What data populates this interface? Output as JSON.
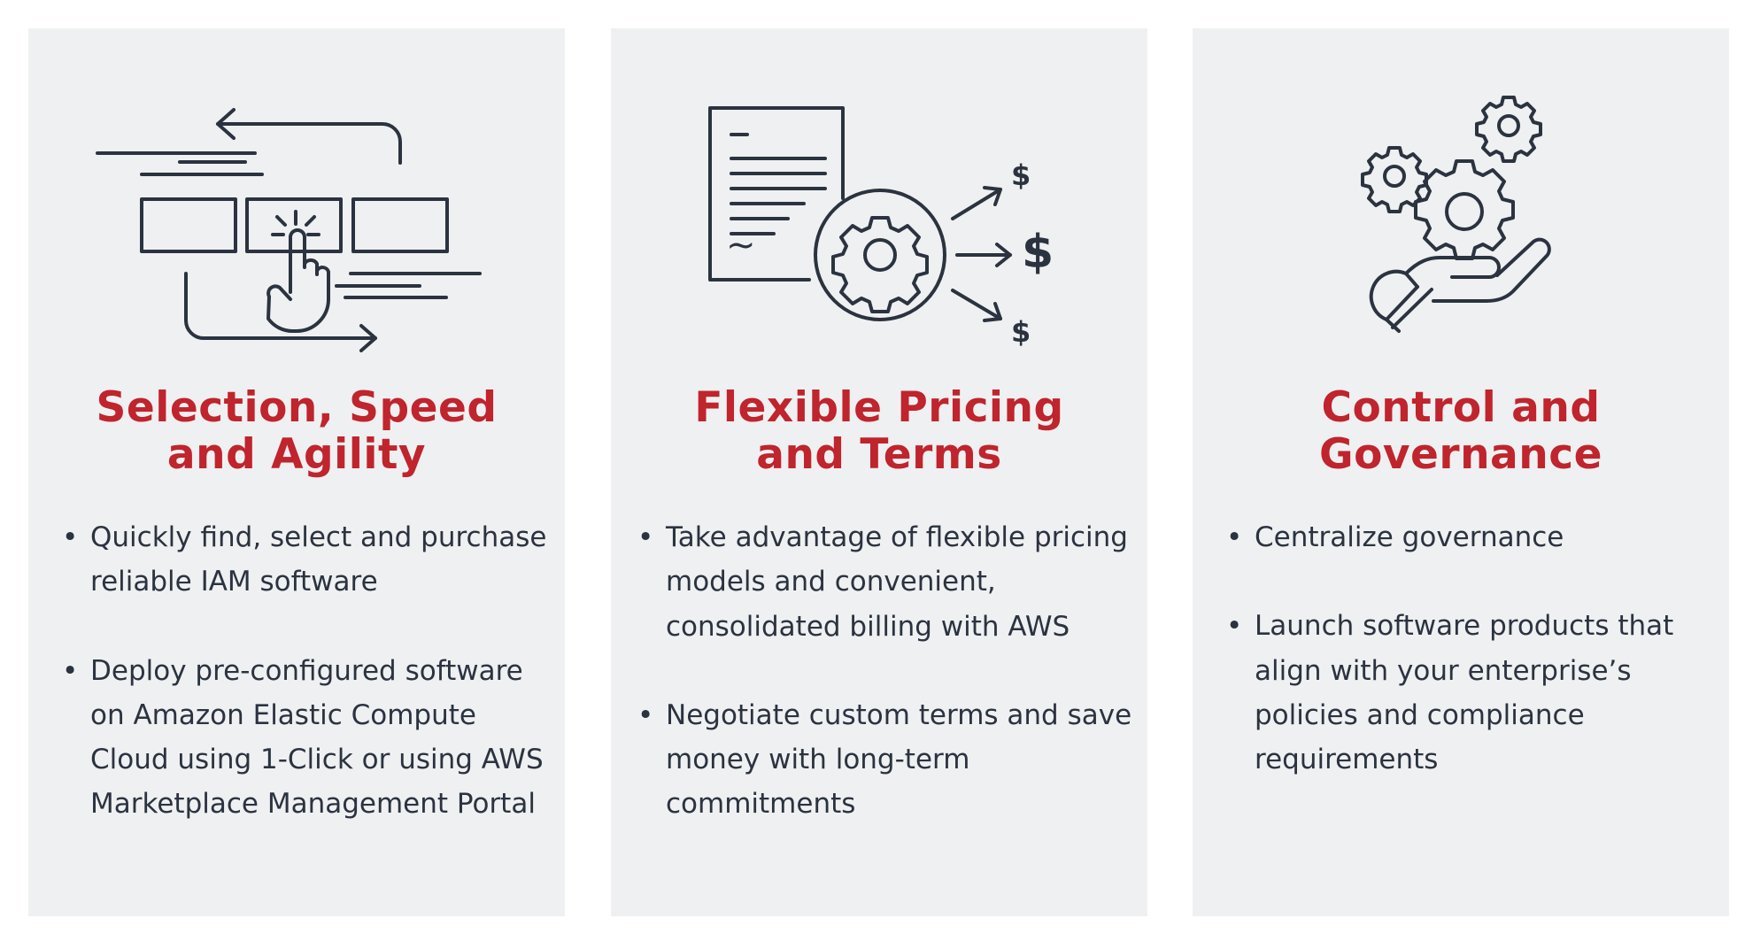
{
  "colors": {
    "card_bg": "#eff0f1",
    "title": "#c0242d",
    "text": "#2b3340",
    "icon_stroke": "#2b3340"
  },
  "cards": [
    {
      "icon": "click-workflow-icon",
      "title_lines": [
        "Selection, Speed",
        "and Agility"
      ],
      "bullets": [
        "Quickly find, select and purchase reliable IAM software",
        "Deploy pre-configured software on Amazon Elastic Compute Cloud using 1-Click or using AWS Marketplace Management Portal"
      ]
    },
    {
      "icon": "contract-gear-dollar-icon",
      "title_lines": [
        "Flexible Pricing",
        "and Terms"
      ],
      "bullets": [
        "Take advantage of flexible pricing models and convenient, consolidated billing with AWS",
        "Negotiate custom terms and save money with long-term commitments"
      ],
      "icon_text": {
        "dollar_top": "$",
        "dollar_mid": "$",
        "dollar_bottom": "$",
        "tilde": "~"
      }
    },
    {
      "icon": "hand-gears-icon",
      "title_lines": [
        "Control and",
        "Governance"
      ],
      "bullets": [
        "Centralize governance",
        "Launch software products that align with your enterprise’s policies and compliance requirements"
      ]
    }
  ]
}
